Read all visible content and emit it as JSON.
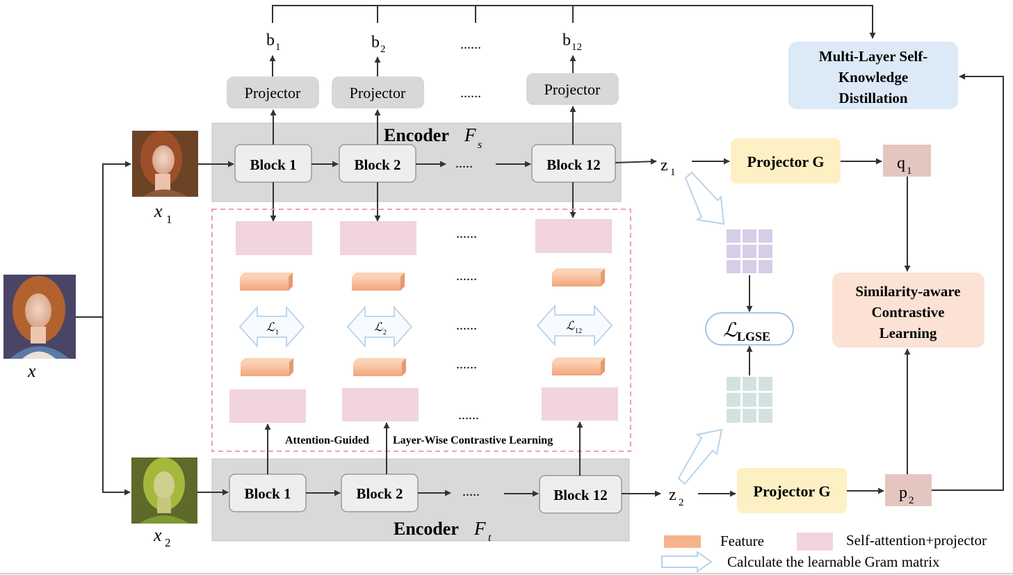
{
  "input": {
    "x": "x",
    "x1_main": "x",
    "x1_sub": "1",
    "x2_main": "x",
    "x2_sub": "2"
  },
  "encoder_s": {
    "label": "Encoder ",
    "symbol": "F",
    "sub": "s"
  },
  "encoder_t": {
    "label": "Encoder ",
    "symbol": "F",
    "sub": "t"
  },
  "blocks_s": [
    "Block 1",
    "Block 2",
    "Block 12"
  ],
  "blocks_t": [
    "Block 1",
    "Block 2",
    "Block 12"
  ],
  "projector_label": "Projector",
  "b_outputs": [
    {
      "main": "b",
      "sub": "1"
    },
    {
      "main": "b",
      "sub": "2"
    },
    {
      "main": "b",
      "sub": "12"
    }
  ],
  "ellipsis": "......",
  "ellipsis_short": ".....",
  "z1": {
    "main": "z",
    "sub": "1"
  },
  "z2": {
    "main": "z",
    "sub": "2"
  },
  "projector_g": "Projector G",
  "q1": {
    "main": "q",
    "sub": "1"
  },
  "p2": {
    "main": "p",
    "sub": "2"
  },
  "mlskd": [
    "Multi-Layer Self-",
    "Knowledge",
    "Distillation"
  ],
  "sacl": [
    "Similarity-aware",
    "Contrastive",
    "Learning"
  ],
  "layer_losses": [
    {
      "main": "ℒ",
      "sub": "1"
    },
    {
      "main": "ℒ",
      "sub": "2"
    },
    {
      "main": "ℒ",
      "sub": "12"
    }
  ],
  "lgse": {
    "main": "ℒ",
    "sub": "LGSE"
  },
  "ag_label_1": "Attention-Guided",
  "ag_label_2": "Layer-Wise Contrastive Learning",
  "legend": {
    "feature": "Feature",
    "self_attention": "Self-attention+projector",
    "gram": "Calculate the learnable Gram matrix"
  },
  "colors": {
    "encoder_bg": "#d9d9d9",
    "projector_bg": "#d8d8d8",
    "block_bg": "#eeeeee",
    "feature": "#f5b48a",
    "self_attention": "#f2d4dc",
    "projector_g": "#fdf0c4",
    "qp": "#e3c6c0",
    "mlskd": "#dce9f6",
    "sacl": "#fbe2d5",
    "dash": "#f0a0a8",
    "grid_top": "#d6cde8",
    "grid_bottom": "#d3e2e0"
  },
  "images": [
    "portrait-x1",
    "portrait-x",
    "portrait-x2"
  ]
}
